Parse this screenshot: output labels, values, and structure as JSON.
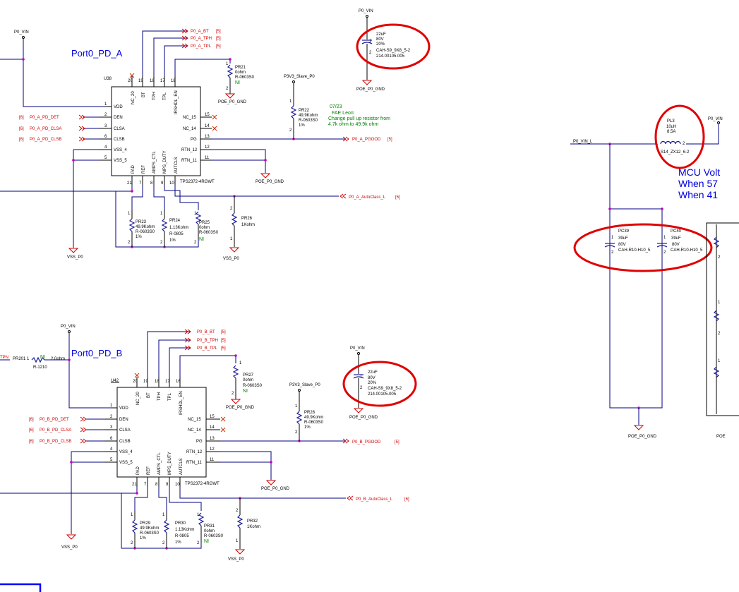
{
  "nets": {
    "p0_vin": "P0_VIN",
    "poe_gnd": "POE_P0_GND",
    "vss": "VSS_P0",
    "p3v3": "P3V3_Slave_P0",
    "p0_vin_l": "P0_VIN_L"
  },
  "port_a": {
    "title": "Port0_PD_A",
    "ref": "U38",
    "part": "TPS2372-4RGWT",
    "out_bt": "P0_A_BT",
    "out_tph": "P0_A_TPH",
    "out_tpl": "P0_A_TPL",
    "sheet_ref": "[5]",
    "in_ref": "[6]",
    "in_det": "P0_A_PD_DET",
    "in_clsa": "P0_A_PD_CLSA",
    "in_clsb": "P0_A_PD_CLSB",
    "pgood": "P0_A_PGOOD",
    "autoclass": "P0_A_AutoClass_L",
    "res": {
      "pr21": [
        "PR21",
        "0ohm",
        "R-0603S0",
        "NI"
      ],
      "pr22": [
        "PR22",
        "49.9Kohm",
        "R-0603S0",
        "1%"
      ],
      "pr23": [
        "PR23",
        "49.9Kohm",
        "R-0603S0",
        "1%"
      ],
      "pr24": [
        "PR24",
        "1.13Kohm",
        "R-0805",
        "1%"
      ],
      "pr25": [
        "PR25",
        "0ohm",
        "R-0603S0",
        "NI"
      ],
      "pr26": [
        "PR26",
        "1Kohm"
      ]
    },
    "cap": [
      "22uF",
      "80V",
      "20%",
      "CAH-S9_9X8_5-2",
      "214.00105.005"
    ],
    "note": [
      "07/23",
      "FAE Leon:",
      "Change pull up resistor from",
      "4.7k ohm to 49.9k ohm"
    ]
  },
  "port_b": {
    "title": "Port0_PD_B",
    "ref": "U42",
    "part": "TPS2372-4RGWT",
    "out_bt": "P0_B_BT",
    "out_tph": "P0_B_TPH",
    "out_tpl": "P0_B_TPL",
    "sheet_ref": "[5]",
    "in_ref": "[6]",
    "in_det": "P0_B_PD_DET",
    "in_clsa": "P0_B_PD_CLSA",
    "in_clsb": "P0_B_PD_CLSB",
    "pgood": "P0_B_PGOOD",
    "autoclass": "P0_B_AutoClass_L",
    "res": {
      "pr27": [
        "PR27",
        "0ohm",
        "R-0603S0",
        "NI"
      ],
      "pr28": [
        "PR28",
        "49.9Kohm",
        "R-0603S0",
        "1%"
      ],
      "pr29": [
        "PR29",
        "49.9Kohm",
        "R-0603S0",
        "1%"
      ],
      "pr30": [
        "PR30",
        "1.13Kohm",
        "R-0805",
        "1%"
      ],
      "pr31": [
        "PR31",
        "0ohm",
        "R-0603S0",
        "NI"
      ],
      "pr32": [
        "PR32",
        "1Kohm"
      ]
    },
    "cap": [
      "22uF",
      "80V",
      "20%",
      "CAH-S9_9X8_5-2",
      "214.00105.005"
    ],
    "pr201": [
      "PR201",
      "NI",
      "2.0ohm",
      "R-1210"
    ]
  },
  "pins": {
    "top": [
      "20",
      "19",
      "18",
      "17",
      "16"
    ],
    "top_a": [
      "20",
      "19",
      "18",
      "17",
      "18"
    ],
    "top_names": [
      "NC_20",
      "BT",
      "TPH",
      "TPL",
      "IRSHDL_EN"
    ],
    "left": [
      "1",
      "2",
      "3",
      "6",
      "4",
      "5"
    ],
    "left_names": [
      "VDD",
      "DEN",
      "CLSA",
      "CLSB",
      "VSS_4",
      "VSS_5"
    ],
    "right": [
      "15",
      "14",
      "13",
      "12",
      "11"
    ],
    "right_names": [
      "NC_15",
      "NC_14",
      "PG",
      "RTN_12",
      "RTN_11"
    ],
    "bottom": [
      "21",
      "7",
      "8",
      "9",
      "10"
    ],
    "bottom_names": [
      "PAD",
      "REF",
      "AMPS_CTL",
      "MPS_DUTY",
      "AUTCLS"
    ]
  },
  "right_section": {
    "inductor": [
      "PL3",
      "10uH",
      "8.5A",
      "S14_ZX12_6-2"
    ],
    "pc39": [
      "PC39",
      "39uF",
      "80V",
      "CAH-R10-H10_5"
    ],
    "pc40": [
      "PC40",
      "39uF",
      "80V",
      "CAH-R10-H10_5"
    ],
    "mcu_text": [
      "MCU Volt",
      "When 57",
      "When 41"
    ],
    "pin1": "1",
    "pin2": "2",
    "bottom_right_label": "POE"
  }
}
